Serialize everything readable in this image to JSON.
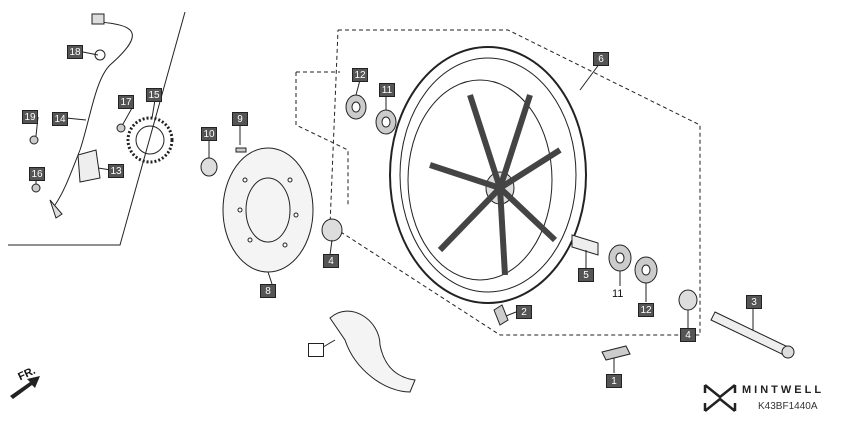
{
  "callouts": {
    "c1": "1",
    "c2": "2",
    "c3": "3",
    "c4a": "4",
    "c4b": "4",
    "c5": "5",
    "c6": "6",
    "c8": "8",
    "c9": "9",
    "c10": "10",
    "c11a": "11",
    "c11b": "11",
    "c12a": "12",
    "c12b": "12",
    "c13": "13",
    "c14": "14",
    "c15": "15",
    "c16": "16",
    "c17": "17",
    "c18": "18",
    "c19": "19"
  },
  "direction_label": "FR.",
  "brand": "MINTWELL",
  "diagram_code": "K43BF1440A",
  "colors": {
    "line": "#222222",
    "tag_fill": "#555555",
    "tag_text": "#ffffff"
  }
}
